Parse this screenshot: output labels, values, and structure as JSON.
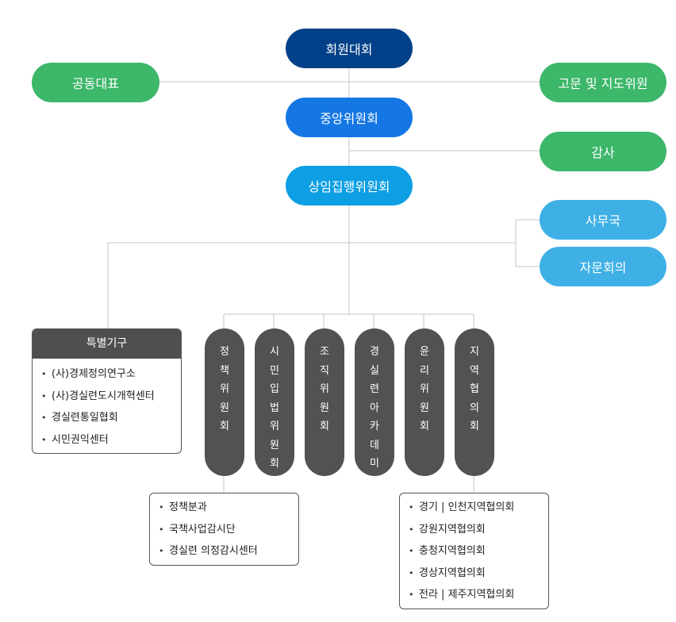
{
  "top": {
    "general_assembly": "회원대회",
    "co_representatives": "공동대표",
    "advisors": "고문 및 지도위원",
    "central_committee": "중앙위원회",
    "audit": "감사",
    "executive_committee": "상임집행위원회",
    "secretariat": "사무국",
    "advisory_council": "자문회의"
  },
  "special": {
    "title": "특별기구",
    "items": [
      "(사)경제정의연구소",
      "(사)경실련도시개혁센터",
      "경실련통일협회",
      "시민권익센터"
    ]
  },
  "committees": [
    {
      "chars": [
        "정",
        "책",
        "위",
        "원",
        "회"
      ]
    },
    {
      "chars": [
        "시",
        "민",
        "입",
        "법",
        "위",
        "원",
        "회"
      ]
    },
    {
      "chars": [
        "조",
        "직",
        "위",
        "원",
        "회"
      ]
    },
    {
      "chars": [
        "경",
        "실",
        "련",
        "아",
        "카",
        "데",
        "미"
      ]
    },
    {
      "chars": [
        "윤",
        "리",
        "위",
        "원",
        "회"
      ]
    },
    {
      "chars": [
        "지",
        "역",
        "협",
        "의",
        "회"
      ]
    }
  ],
  "policy_sub": {
    "items": [
      "정책분과",
      "국책사업감시단",
      "경실련 의정감시센터"
    ]
  },
  "regional_sub": {
    "items": [
      "경기 | 인천지역협의회",
      "강원지역협의회",
      "충청지역협의회",
      "경상지역협의회",
      "전라 | 제주지역협의회"
    ]
  }
}
